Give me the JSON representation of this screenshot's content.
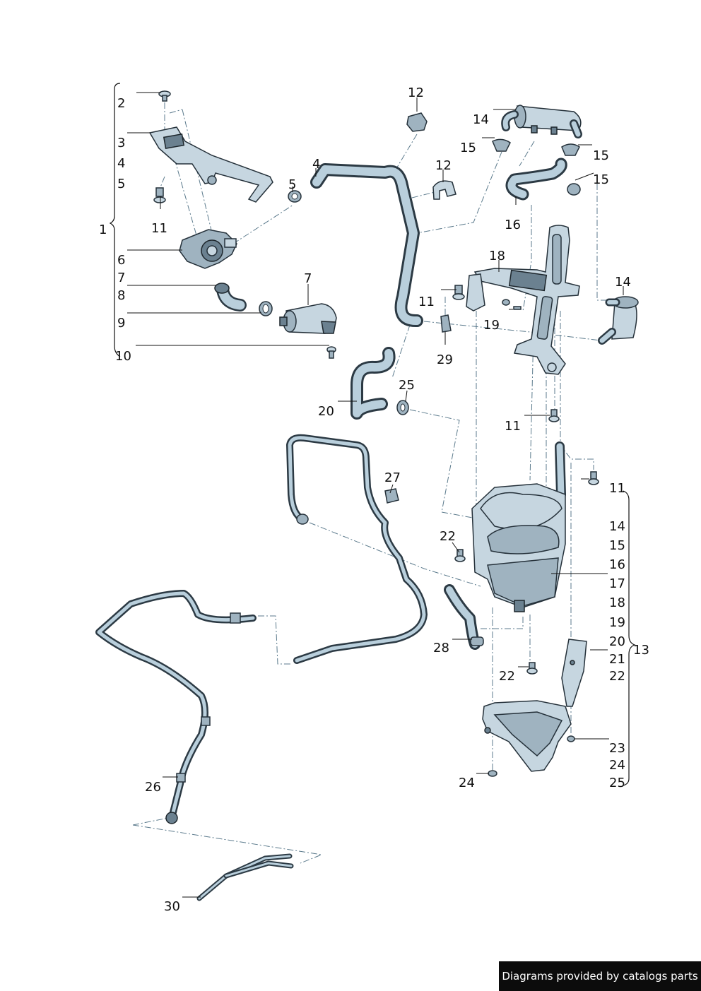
{
  "callouts": {
    "c1": "1",
    "c2": "2",
    "c3": "3",
    "c4": "4",
    "c5": "5",
    "c6": "6",
    "c7": "7",
    "c8": "8",
    "c9": "9",
    "c10": "10",
    "c11a": "11",
    "c4b": "4",
    "c5b": "5",
    "c7b": "7",
    "c12a": "12",
    "c12b": "12",
    "c14a": "14",
    "c15a": "15",
    "c15b": "15",
    "c15c": "15",
    "c16": "16",
    "c18": "18",
    "c11b": "11",
    "c19": "19",
    "c29": "29",
    "c14b": "14",
    "c20": "20",
    "c25": "25",
    "c11c": "11",
    "c27": "27",
    "c22a": "22",
    "c28": "28",
    "c22b": "22",
    "c24": "24",
    "c26": "26",
    "c30": "30",
    "g13": "13",
    "g11": "11",
    "g14": "14",
    "g15": "15",
    "g16": "16",
    "g17": "17",
    "g18": "18",
    "g19": "19",
    "g20": "20",
    "g21": "21",
    "g22": "22",
    "g23": "23",
    "g24": "24",
    "g25": "25"
  },
  "footer": {
    "credit": "Diagrams provided by catalogs parts"
  }
}
